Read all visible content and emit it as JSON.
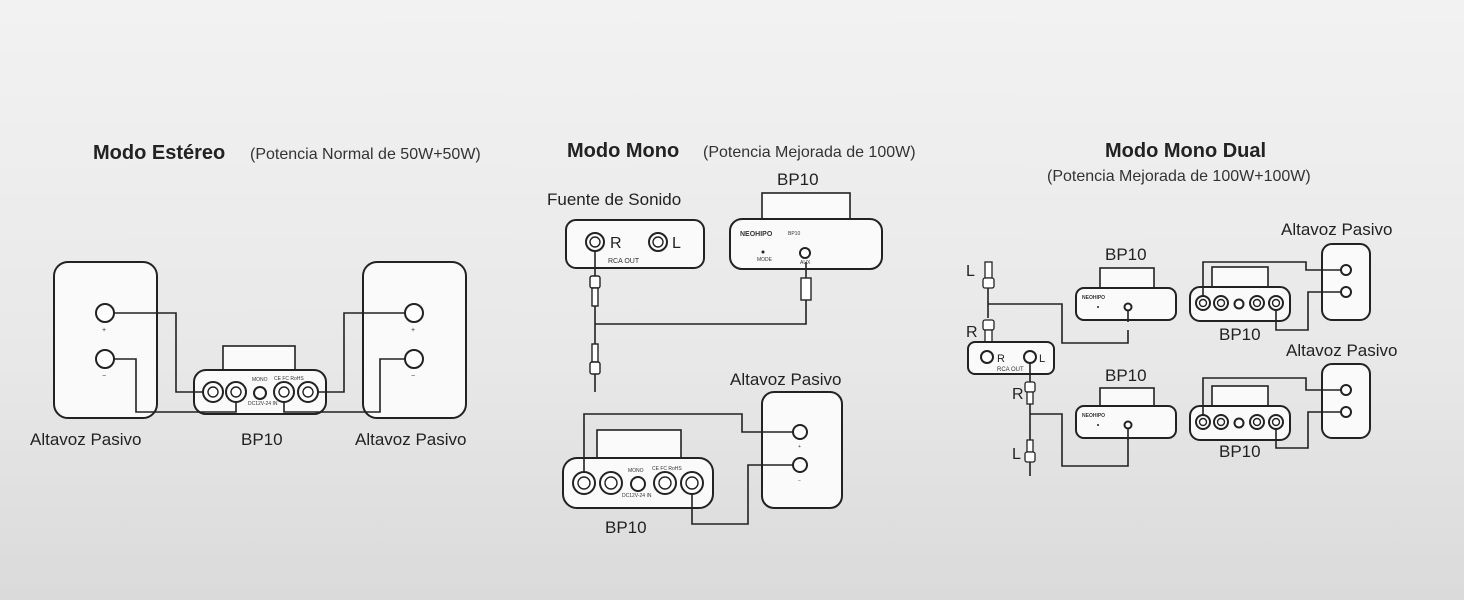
{
  "panels": {
    "stereo": {
      "title": "Modo Estéreo",
      "subtitle": "(Potencia Normal de 50W+50W)",
      "left_speaker_label": "Altavoz Pasivo",
      "right_speaker_label": "Altavoz Pasivo",
      "amp_label": "BP10"
    },
    "mono": {
      "title": "Modo Mono",
      "subtitle": "(Potencia Mejorada de 100W)",
      "source_label": "Fuente de Sonido",
      "source_r": "R",
      "source_l": "L",
      "rca_out": "RCA OUT",
      "bp10_top_label": "BP10",
      "speaker_label": "Altavoz Pasivo",
      "amp_label": "BP10"
    },
    "dual": {
      "title": "Modo Mono Dual",
      "subtitle": "(Potencia Mejorada de 100W+100W)",
      "speaker_top_label": "Altavoz Pasivo",
      "speaker_bottom_label": "Altavoz Pasivo",
      "bp10_front_top": "BP10",
      "bp10_front_bottom": "BP10",
      "amp_top_label": "BP10",
      "amp_bottom_label": "BP10",
      "plug_l_top": "L",
      "plug_r_top": "R",
      "plug_r_bottom": "R",
      "plug_l_bottom": "L",
      "source_r": "R",
      "source_l": "L",
      "rca_out": "RCA OUT"
    }
  },
  "device": {
    "brand": "NEOHIPO",
    "model_small": "BP10",
    "mode_label": "MODE",
    "aux_label": "AUX",
    "cert": "CE FC RoHS",
    "power": "DC12V-24 IN",
    "mono_label": "MONO"
  },
  "colors": {
    "line": "#222222",
    "background": "#ebebeb"
  }
}
